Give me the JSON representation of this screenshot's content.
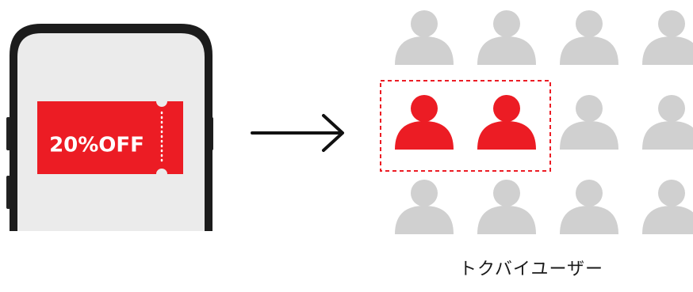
{
  "coupon": {
    "label": "20%OFF",
    "color": "#ec1c24"
  },
  "arrow": {
    "icon": "right-arrow-icon",
    "color": "#111111"
  },
  "users": {
    "grid_rows": 3,
    "grid_cols": 4,
    "highlighted_count": 2,
    "highlight_color": "#ec1c24",
    "inactive_color": "#d0d0d0",
    "selection_border_color": "#ec1c24",
    "caption": "トクバイユーザー"
  }
}
